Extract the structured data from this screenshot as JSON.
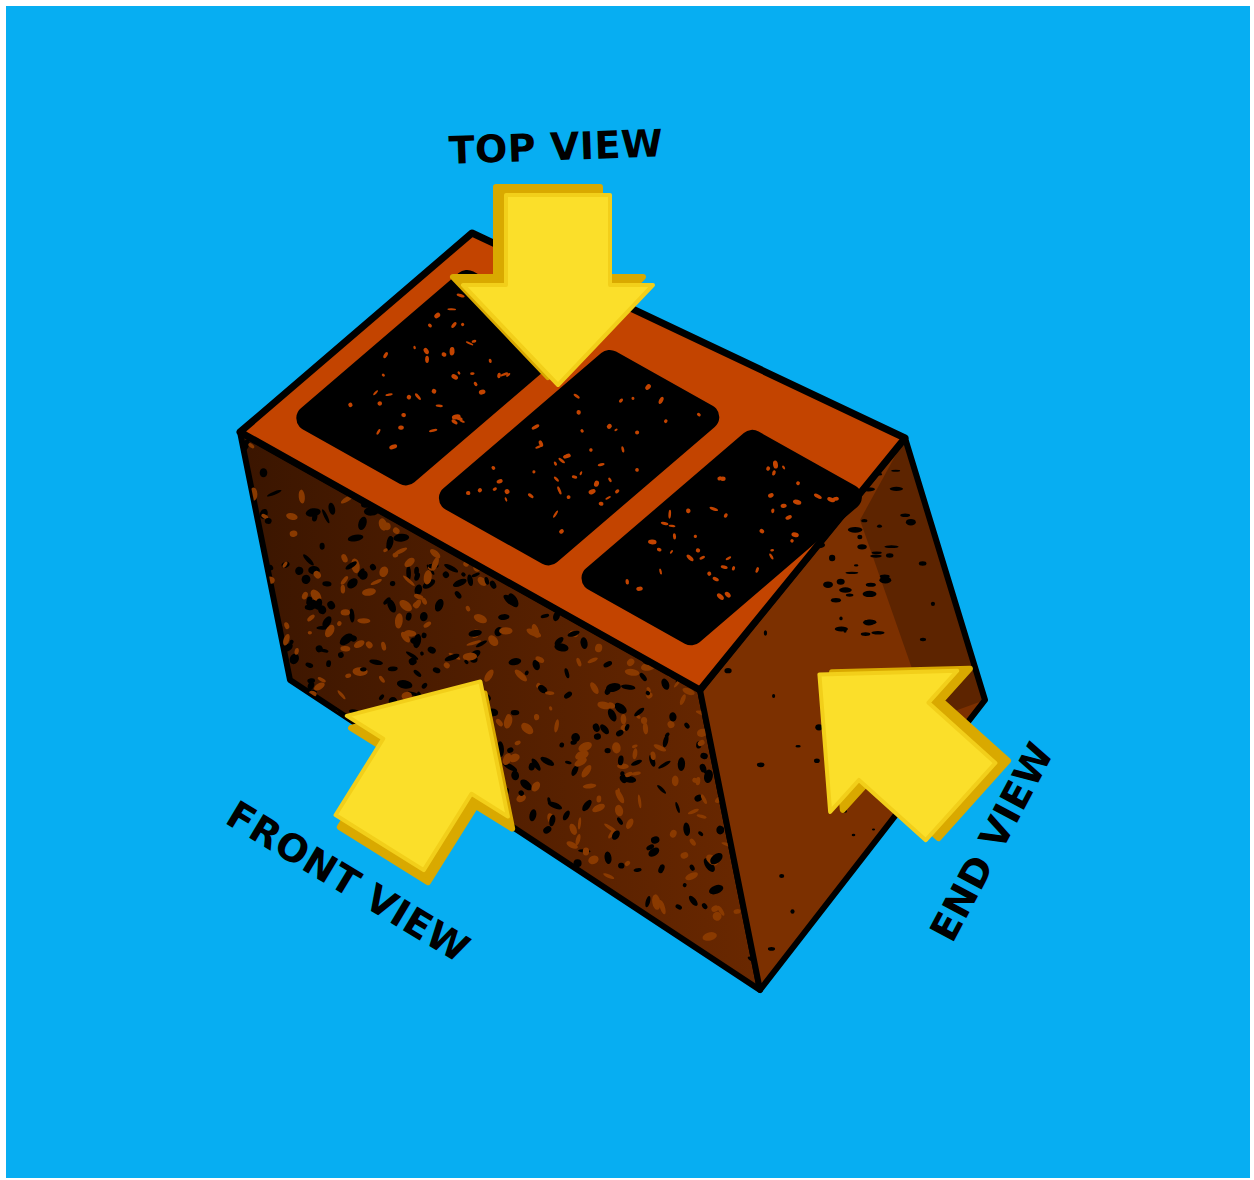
{
  "diagram": {
    "labels": [
      "TOP VIEW",
      "FRONT VIEW",
      "END VIEW"
    ]
  }
}
